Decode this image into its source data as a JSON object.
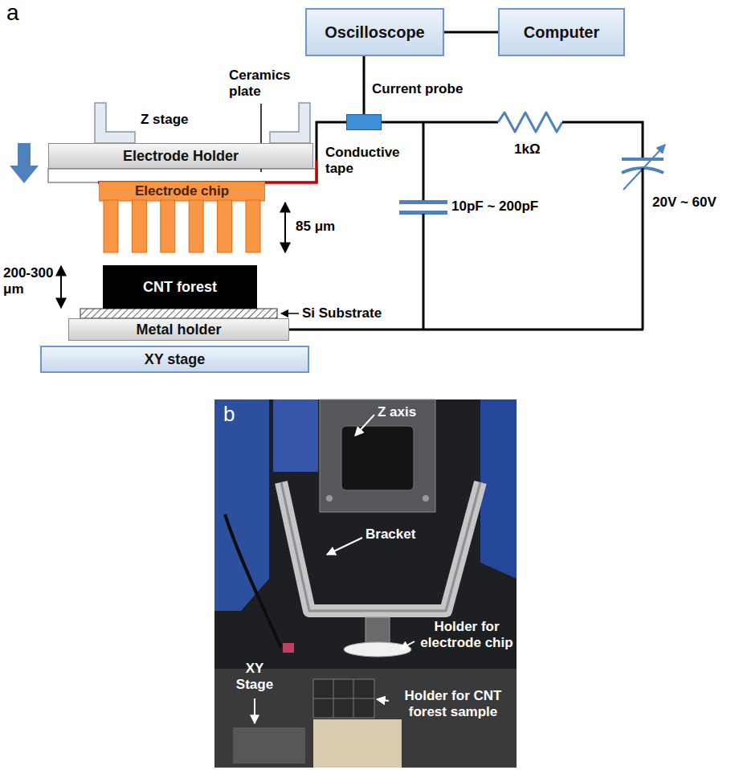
{
  "diagram": {
    "nodes": [
      {
        "text": [
          "Oscilloscope"
        ]
      },
      {
        "text": [
          "Computer"
        ]
      },
      {
        "text": [
          "Current probe"
        ]
      },
      {
        "text": [
          "Electrode Holder"
        ]
      },
      {
        "text": [
          "Electrode chip"
        ]
      },
      {
        "text": [
          "CNT forest"
        ]
      },
      {
        "text": [
          "Metal holder"
        ]
      },
      {
        "text": [
          "XY stage"
        ]
      }
    ],
    "edges": [
      {
        "from": 0,
        "to": 1,
        "arrow": "none"
      },
      {
        "from": 2,
        "to": 0,
        "arrow": "none"
      }
    ],
    "labels": [
      "a",
      "Z stage",
      "Ceramics plate",
      "Conductive tape",
      "85 μm",
      "200-300 μm",
      "Si Substrate",
      "1kΩ",
      "10pF ~ 200pF",
      "20V ~ 60V",
      "b",
      "Z axis",
      "Bracket",
      "Holder for electrode chip",
      "XY Stage",
      "Holder for CNT forest sample"
    ]
  }
}
